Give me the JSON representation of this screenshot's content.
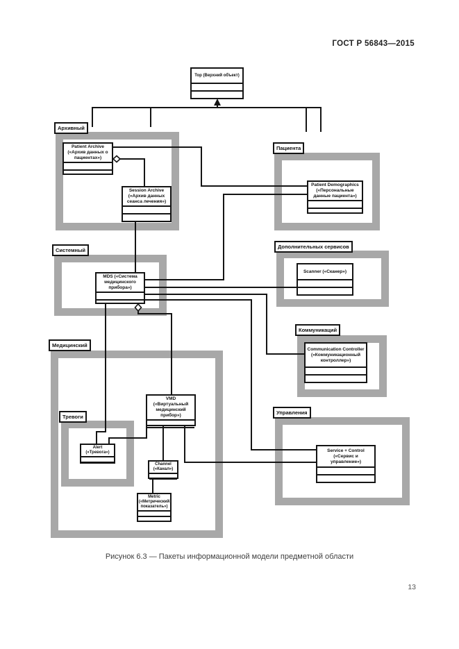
{
  "page": {
    "header": "ГОСТ Р 56843—2015",
    "caption": "Рисунок 6.3 — Пакеты информационной модели предметной области",
    "page_number": "13"
  },
  "diagram": {
    "top_class": {
      "title": "Top (Верхний объект)"
    },
    "packages": {
      "archival": {
        "label": "Архивный"
      },
      "patient": {
        "label": "Пациента"
      },
      "system": {
        "label": "Системный"
      },
      "extended_services": {
        "label": "Дополнительных сервисов"
      },
      "communication": {
        "label": "Коммуникаций"
      },
      "medical": {
        "label": "Медицинский"
      },
      "alerts": {
        "label": "Тревоги"
      },
      "control": {
        "label": "Управления"
      }
    },
    "classes": {
      "patient_archive": {
        "title": "Patient Archive («Архив данных о пациентах»)"
      },
      "session_archive": {
        "title": "Session Archive («Архив данных сеанса лечения»)"
      },
      "patient_demographics": {
        "title": "Patient Demographics («Персональные данные пациента»)"
      },
      "mds": {
        "title": "MDS («Система медицинского прибора»)"
      },
      "scanner": {
        "title": "Scanner («Сканер»)"
      },
      "communication_controller": {
        "title": "Communication Controller («Коммуникационный контроллер»)"
      },
      "vmd": {
        "title": "VMD («Виртуальный медицинский прибор»)"
      },
      "alert": {
        "title": "Alert («Тревога»)"
      },
      "channel": {
        "title": "Channel («Канал»)"
      },
      "metric": {
        "title": "Metric («Метрический показатель»)"
      },
      "service_control": {
        "title": "Service + Control («Сервис и управление»)"
      }
    },
    "colors": {
      "package_border": "#a8a8a8",
      "line": "#141414"
    }
  }
}
